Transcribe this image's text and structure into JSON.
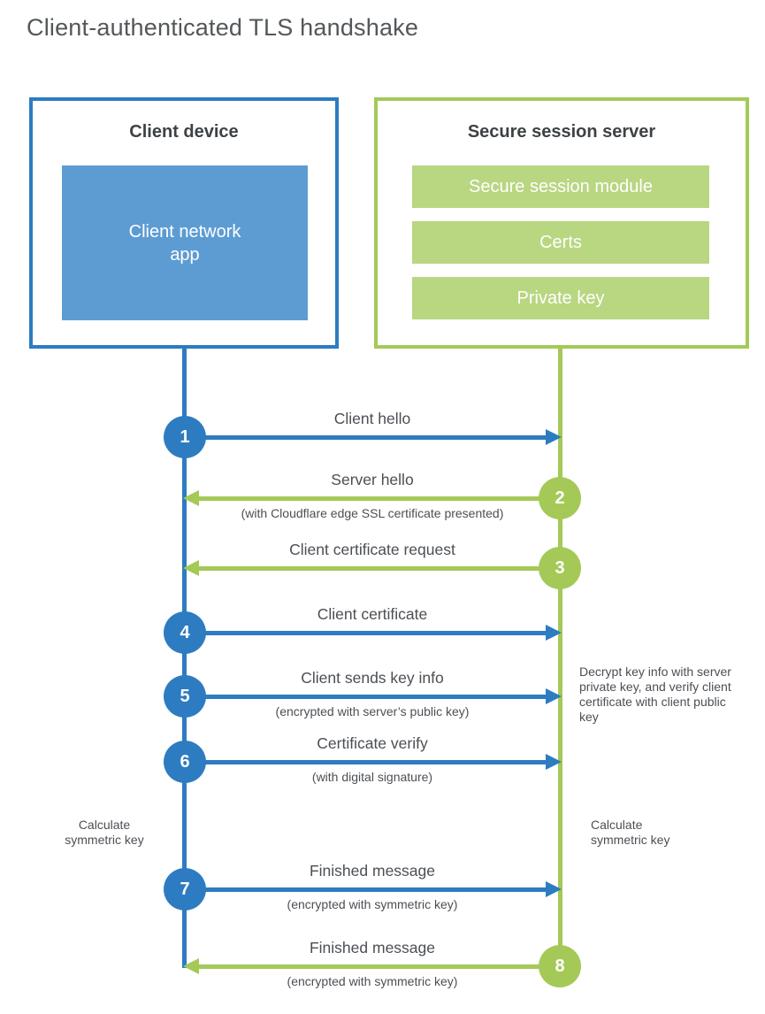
{
  "title": "Client-authenticated TLS handshake",
  "client_box": {
    "title": "Client device",
    "app_label": "Client network app"
  },
  "server_box": {
    "title": "Secure session server",
    "modules": [
      "Secure session module",
      "Certs",
      "Private key"
    ]
  },
  "colors": {
    "client_blue": "#2d7cc1",
    "client_app_fill": "#5d9cd3",
    "server_green": "#a4c957",
    "server_module_fill": "#b9d681"
  },
  "messages": [
    {
      "num": "1",
      "from": "client",
      "label": "Client hello",
      "sublabel": ""
    },
    {
      "num": "2",
      "from": "server",
      "label": "Server hello",
      "sublabel": "(with Cloudflare edge SSL certificate presented)"
    },
    {
      "num": "3",
      "from": "server",
      "label": "Client certificate request",
      "sublabel": ""
    },
    {
      "num": "4",
      "from": "client",
      "label": "Client certificate",
      "sublabel": ""
    },
    {
      "num": "5",
      "from": "client",
      "label": "Client sends key info",
      "sublabel": "(encrypted with server’s public key)"
    },
    {
      "num": "6",
      "from": "client",
      "label": "Certificate verify",
      "sublabel": "(with digital signature)"
    },
    {
      "num": "7",
      "from": "client",
      "label": "Finished message",
      "sublabel": "(encrypted with symmetric key)"
    },
    {
      "num": "8",
      "from": "server",
      "label": "Finished message",
      "sublabel": "(encrypted with symmetric key)"
    }
  ],
  "notes": {
    "decrypt": "Decrypt key info with server private key, and verify client certificate with client public key",
    "calc_left": "Calculate symmetric key",
    "calc_right": "Calculate symmetric key"
  }
}
